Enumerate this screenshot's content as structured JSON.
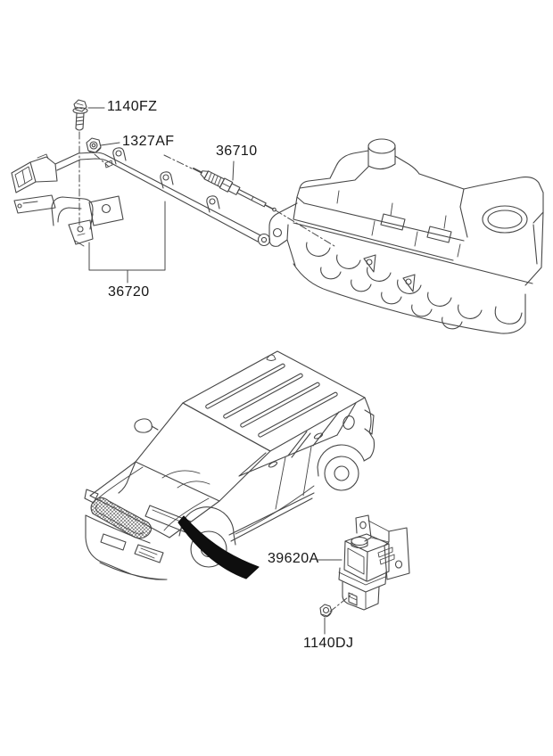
{
  "diagram": {
    "description_labels": {
      "bolt_top": "1140FZ",
      "nut_top": "1327AF",
      "glow_plug": "36710",
      "harness_bracket": "36720",
      "relay_unit": "39620A",
      "nut_bottom": "1140DJ"
    },
    "labels": [
      {
        "code": "1140FZ",
        "part": "flange-bolt"
      },
      {
        "code": "1327AF",
        "part": "flange-nut"
      },
      {
        "code": "36710",
        "part": "glow-plug"
      },
      {
        "code": "36720",
        "part": "glow-plug-harness-and-bracket"
      },
      {
        "code": "39620A",
        "part": "glow-plug-relay-assembly"
      },
      {
        "code": "1140DJ",
        "part": "flange-nut"
      }
    ],
    "illustrations": [
      "bolt-icon",
      "nut-icon",
      "glow-plug-icon",
      "wiring-harness-icon",
      "engine-icon",
      "suv-vehicle-icon",
      "location-arrow-icon",
      "relay-box-icon",
      "nut-icon"
    ],
    "colors": {
      "background": "#ffffff",
      "line": "#474747",
      "label_text": "#161616",
      "arrow_fill": "#0e0e0e"
    }
  }
}
